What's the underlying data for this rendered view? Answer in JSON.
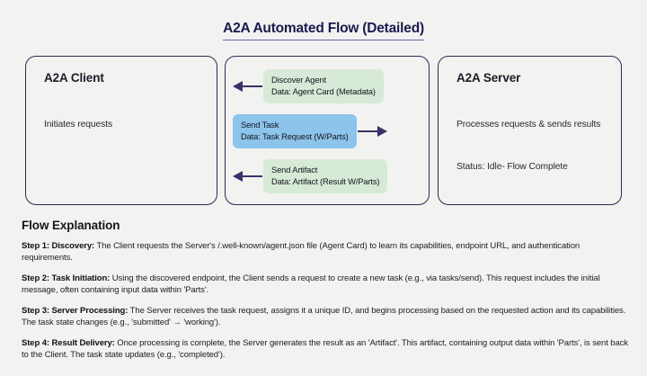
{
  "title": "A2A Automated Flow (Detailed)",
  "colors": {
    "background": "#f2f2f0",
    "title_text": "#1a1a4e",
    "title_underline": "#6b5fa8",
    "panel_border": "#2b2b55",
    "arrow": "#3a3266",
    "green_box": "#d7ead7",
    "blue_box": "#8cc4ec"
  },
  "panels": {
    "client": {
      "title": "A2A Client",
      "description": "Initiates requests"
    },
    "server": {
      "title": "A2A Server",
      "description": "Processes requests & sends results",
      "status": "Status: Idle- Flow Complete"
    }
  },
  "messages": [
    {
      "title": "Discover Agent",
      "data": "Data: Agent Card (Metadata)",
      "direction": "left",
      "color": "green"
    },
    {
      "title": "Send Task",
      "data": "Data: Task Request (W/Parts)",
      "direction": "right",
      "color": "blue"
    },
    {
      "title": "Send Artifact",
      "data": "Data: Artifact (Result W/Parts)",
      "direction": "left",
      "color": "green"
    }
  ],
  "explanation": {
    "heading": "Flow Explanation",
    "steps": [
      {
        "label": "Step 1: Discovery:",
        "text": " The Client requests the Server's /.well-known/agent.json file (Agent Card) to learn its capabilities, endpoint URL, and authentication requirements."
      },
      {
        "label": "Step 2: Task Initiation:",
        "text": " Using the discovered endpoint, the Client sends a request to create a new task (e.g., via tasks/send). This request includes the initial message, often containing input data within 'Parts'."
      },
      {
        "label": "Step 3: Server Processing:",
        "text": " The Server receives the task request, assigns it a unique ID, and begins processing based on the requested action and its capabilities. The task state changes (e.g., 'submitted' → 'working')."
      },
      {
        "label": "Step 4: Result Delivery:",
        "text": " Once processing is complete, the Server generates the result as an 'Artifact'. This artifact, containing output data within 'Parts', is sent back to the Client. The task state updates (e.g., 'completed')."
      }
    ]
  }
}
